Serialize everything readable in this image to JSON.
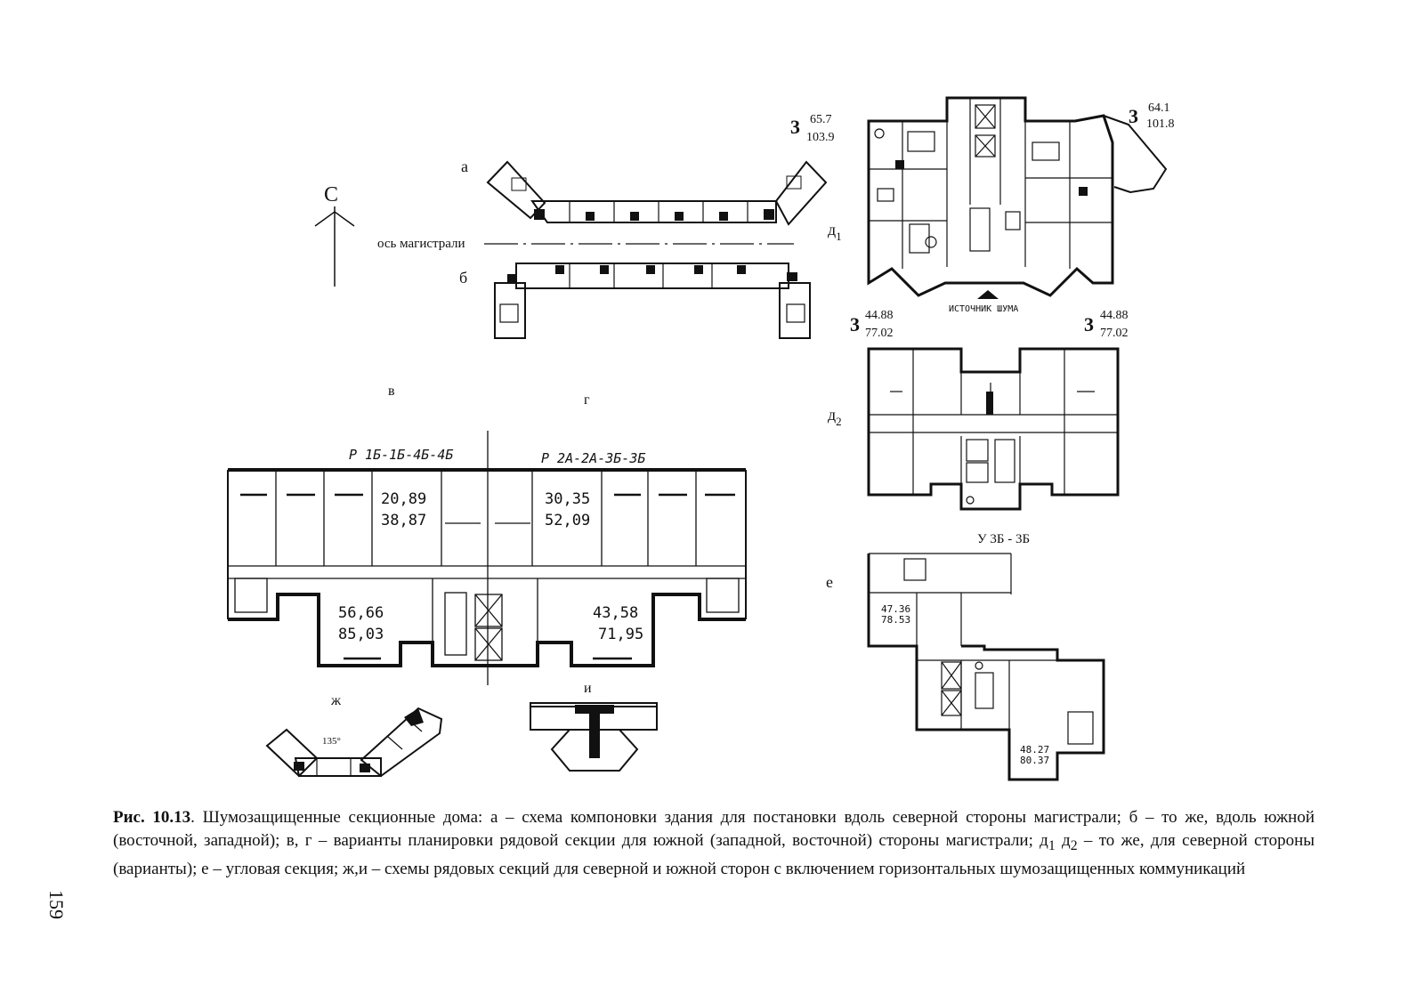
{
  "figure": {
    "north_label": "С",
    "panel_a": {
      "letter": "а"
    },
    "axis_label": "ось магистрали",
    "panel_b": {
      "letter": "б"
    },
    "panel_d1": {
      "letter": "д",
      "subscript": "1",
      "left_apartment": {
        "rooms": "3",
        "living_area": "65.7",
        "total_area": "103.9"
      },
      "right_apartment": {
        "rooms": "3",
        "living_area": "64.1",
        "total_area": "101.8"
      },
      "noise_source": "ИСТОЧНИК ШУМА"
    },
    "panel_d2": {
      "letter": "д",
      "subscript": "2",
      "left_apartment": {
        "rooms": "3",
        "living_area": "44.88",
        "total_area": "77.02"
      },
      "right_apartment": {
        "rooms": "3",
        "living_area": "44.88",
        "total_area": "77.02"
      },
      "section_code": "У 3Б - 3Б"
    },
    "panel_v": {
      "letter": "в",
      "section_code": "Р 1Б-1Б-4Б-4Б"
    },
    "panel_g": {
      "letter": "г",
      "section_code": "Р 2А-2А-3Б-3Б"
    },
    "rows_vg": [
      {
        "living": "20,89",
        "total": "38,87"
      },
      {
        "living": "30,35",
        "total": "52,09"
      },
      {
        "living": "56,66",
        "total": "85,03"
      },
      {
        "living": "43,58",
        "total": "71,95"
      }
    ],
    "panel_e": {
      "letter": "е",
      "apt1": {
        "living": "47.36",
        "total": "78.53"
      },
      "apt2": {
        "living": "48.27",
        "total": "80.37"
      }
    },
    "panel_zh": {
      "letter": "ж",
      "angle": "135°"
    },
    "panel_i": {
      "letter": "и"
    }
  },
  "caption": {
    "label": "Рис. 10.13",
    "text": ". Шумозащищенные секционные дома: а – схема компоновки здания для постановки вдоль северной стороны магистрали; б – то же, вдоль южной (восточной, западной); в, г – варианты планировки рядовой секции для южной (западной, восточной) стороны магистрали; д",
    "sub1": "1",
    "mid": " д",
    "sub2": "2",
    "text2": " – то же, для северной стороны (варианты); е – угловая секция; ж,и – схемы рядовых секций для северной и южной сторон с включением горизонтальных шумозащищенных коммуникаций"
  },
  "page_number": "159"
}
